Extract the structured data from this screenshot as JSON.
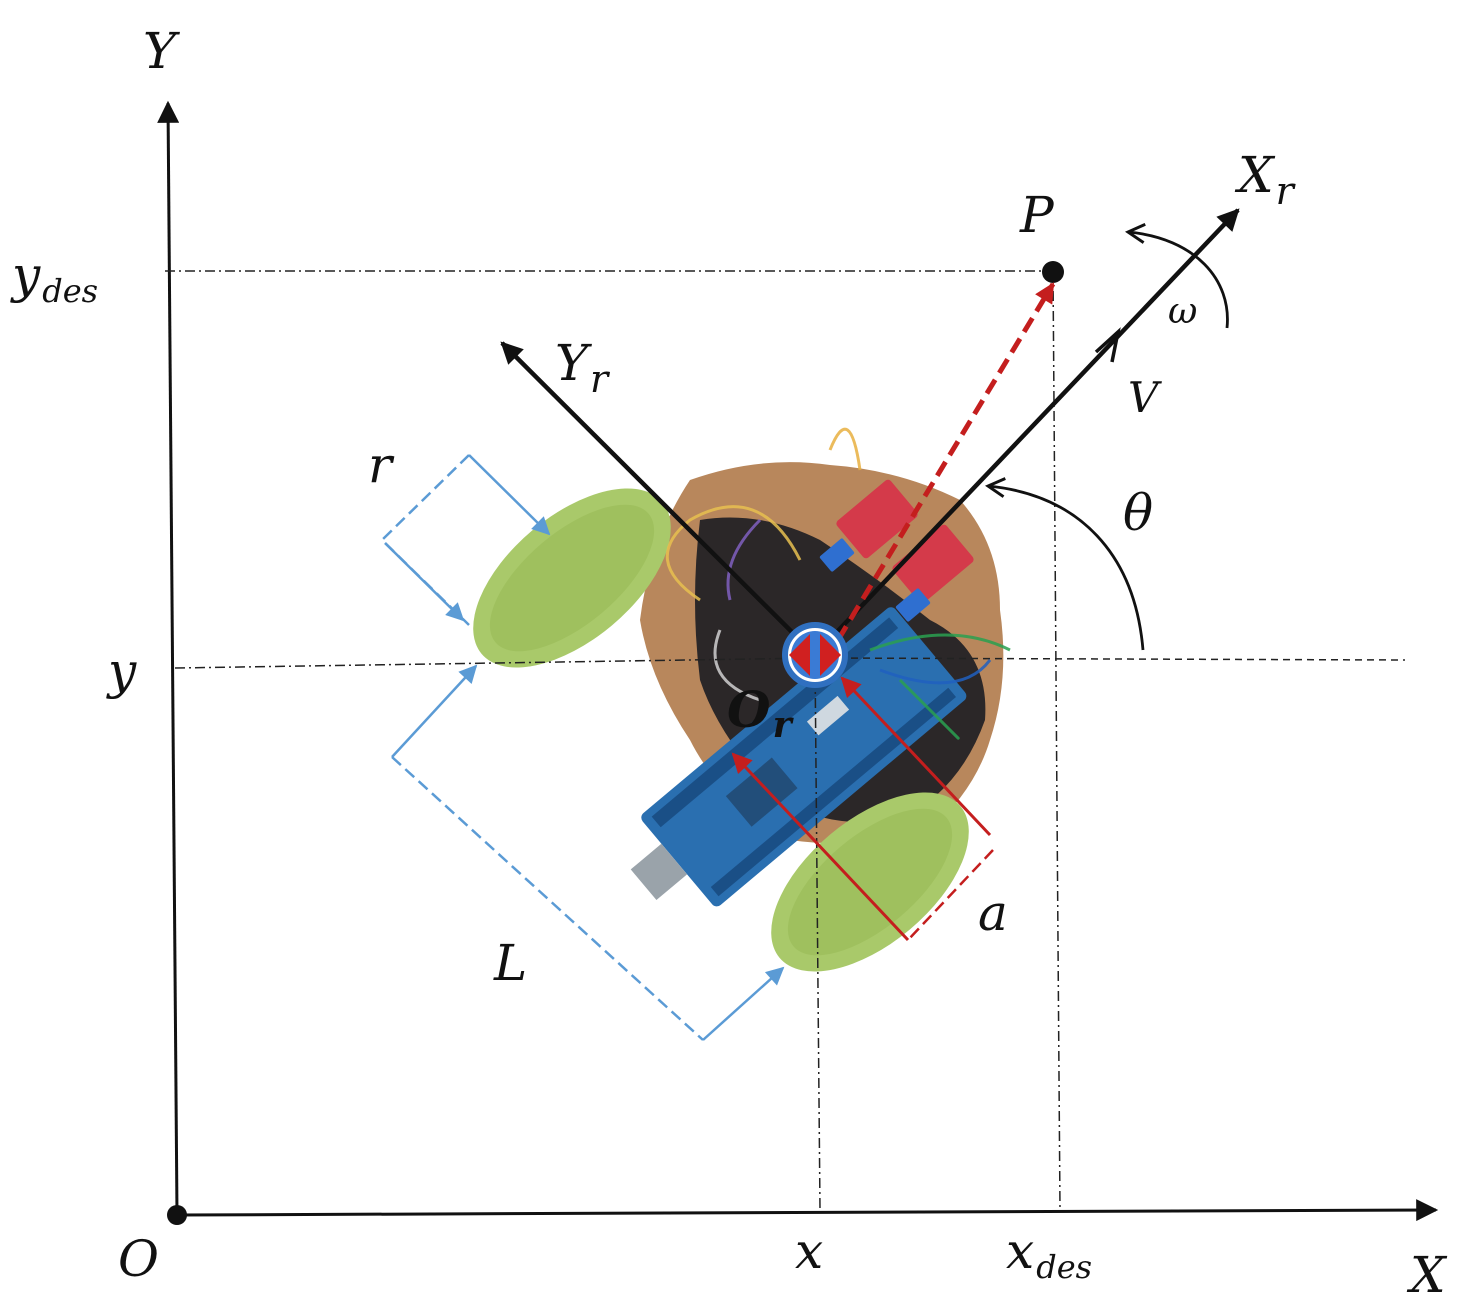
{
  "labels": {
    "y_axis": "Y",
    "x_axis": "X",
    "origin": "O",
    "y_des_main": "y",
    "y_des_sub": "des",
    "y_pos": "y",
    "x_pos": "x",
    "x_des_main": "x",
    "x_des_sub": "des",
    "point_p": "P",
    "robot_x_main": "X",
    "robot_x_sub": "r",
    "robot_y_main": "Y",
    "robot_y_sub": "r",
    "robot_origin_main": "O",
    "robot_origin_sub": "r",
    "omega": "ω",
    "velocity": "V",
    "theta": "θ",
    "wheel_radius": "r",
    "wheel_base": "L",
    "offset": "a"
  },
  "colors": {
    "axis": "#111111",
    "guide": "#222222",
    "target_vector": "#c41e1e",
    "offset_arrow": "#c41e1e",
    "dimension": "#5b9bd5",
    "wheel": "#a9c96a",
    "board": "#2a6fb0",
    "chassis": "#b8875c",
    "module": "#d43a4a",
    "center_ring": "#3070c0",
    "center_fill": "#d02020"
  }
}
